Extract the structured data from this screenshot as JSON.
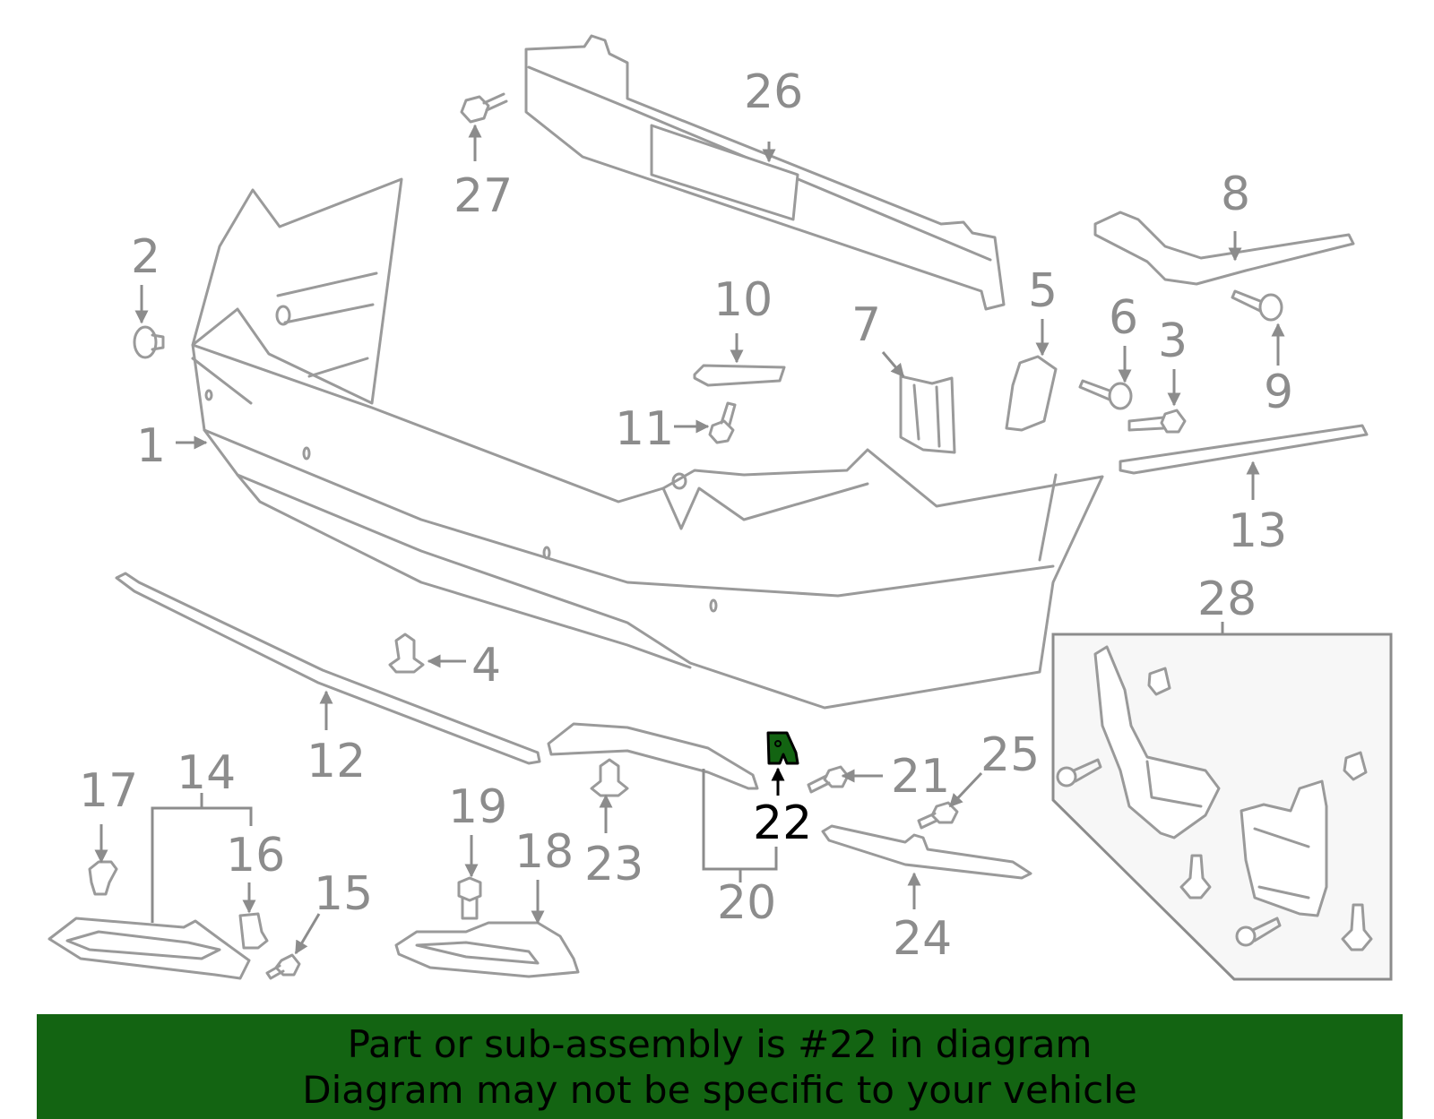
{
  "diagram": {
    "highlight_color": "#136412",
    "highlighted_part": "22",
    "callouts": [
      "1",
      "2",
      "3",
      "4",
      "5",
      "6",
      "7",
      "8",
      "9",
      "10",
      "11",
      "12",
      "13",
      "14",
      "15",
      "16",
      "17",
      "18",
      "19",
      "20",
      "21",
      "22",
      "23",
      "24",
      "25",
      "26",
      "27",
      "28"
    ]
  },
  "banner": {
    "line1": "Part or sub-assembly is #22 in diagram",
    "line2": "Diagram may not be specific to your vehicle",
    "background": "#136412"
  }
}
